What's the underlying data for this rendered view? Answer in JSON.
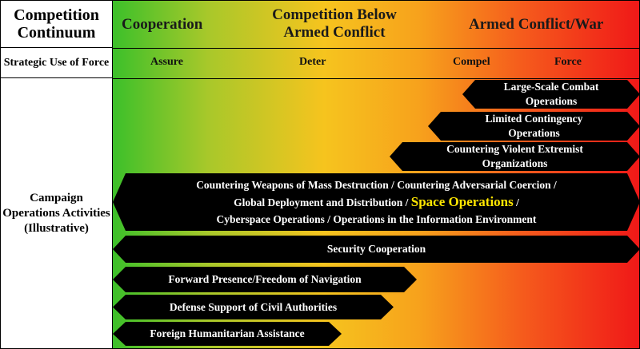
{
  "left": {
    "title": "Competition Continuum",
    "strategic": "Strategic Use of Force",
    "campaign": "Campaign Operations Activities (Illustrative)"
  },
  "headers": {
    "cooperation": "Cooperation",
    "competition": "Competition Below Armed Conflict",
    "armed": "Armed Conflict/War",
    "assure": "Assure",
    "deter": "Deter",
    "compel": "Compel",
    "force": "Force"
  },
  "arrows": {
    "lsco": "Large-Scale Combat Operations",
    "lco": "Limited Contingency Operations",
    "cveo": "Countering Violent Extremist Organizations",
    "big": {
      "line1": "Countering Weapons of Mass Destruction / Countering Adversarial Coercion /",
      "line2_pre": "Global Deployment and Distribution /",
      "line2_hl": "Space Operations",
      "line2_post": "/",
      "line3": "Cyberspace Operations / Operations in the Information Environment"
    },
    "security": "Security Cooperation",
    "forward": "Forward Presence/Freedom of Navigation",
    "dsca": "Defense Support of Civil Authorities",
    "fha": "Foreign Humanitarian Assistance"
  },
  "colors": {
    "green": "#3cc02a",
    "yellow": "#f6c41e",
    "red": "#f01818",
    "highlight": "#ffe600"
  }
}
